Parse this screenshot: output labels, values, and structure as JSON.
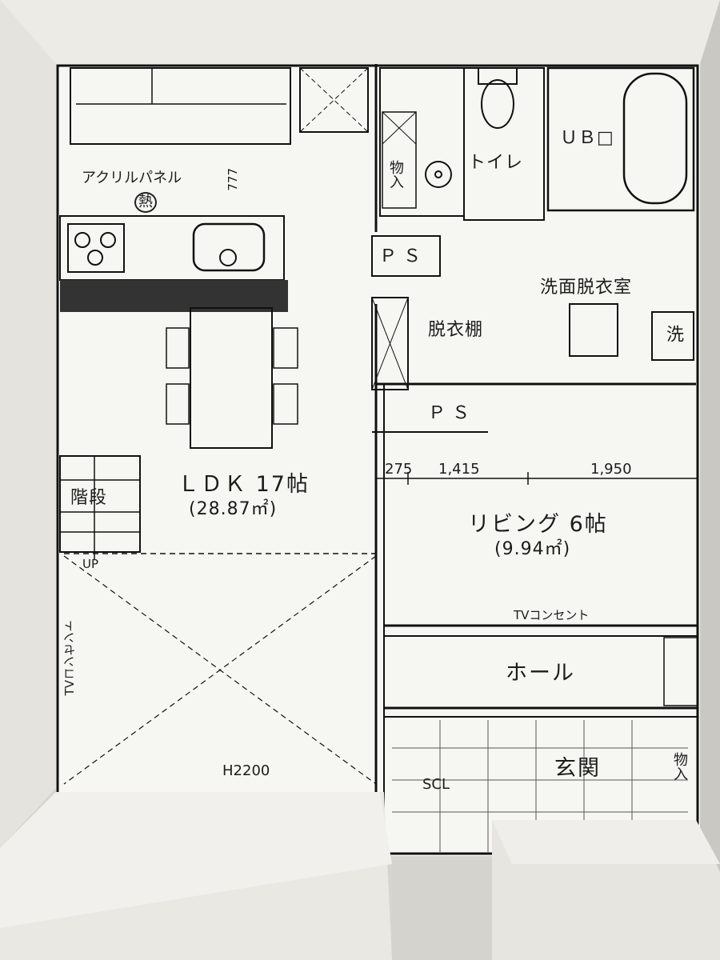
{
  "rooms": {
    "ldk_name": "ＬＤＫ 17帖",
    "ldk_area": "(28.87㎡)",
    "living_name": "リビング 6帖",
    "living_area": "(9.94㎡)",
    "hall": "ホール",
    "entrance": "玄関",
    "stairs": "階段",
    "toilet": "トイレ",
    "washroom": "洗面脱衣室",
    "unit_bath": "ＵＢ□",
    "storage": "物入",
    "storage_entrance": "物入",
    "shoe_closet": "SCL",
    "undress_shelf": "脱衣棚",
    "washer": "洗"
  },
  "labels": {
    "acrylic_panel": "アクリルパネル",
    "heat_mark": "熱",
    "ps_top": "ＰＳ",
    "ps_mid": "ＰＳ",
    "tv_outlet_living": "TVコンセント",
    "tv_outlet_ldk": "TVコンセント",
    "ceiling_height": "H2200",
    "up": "UP",
    "dim_777": "777"
  },
  "dimensions": {
    "d1": "275",
    "d2": "1,415",
    "d3": "1,950"
  }
}
